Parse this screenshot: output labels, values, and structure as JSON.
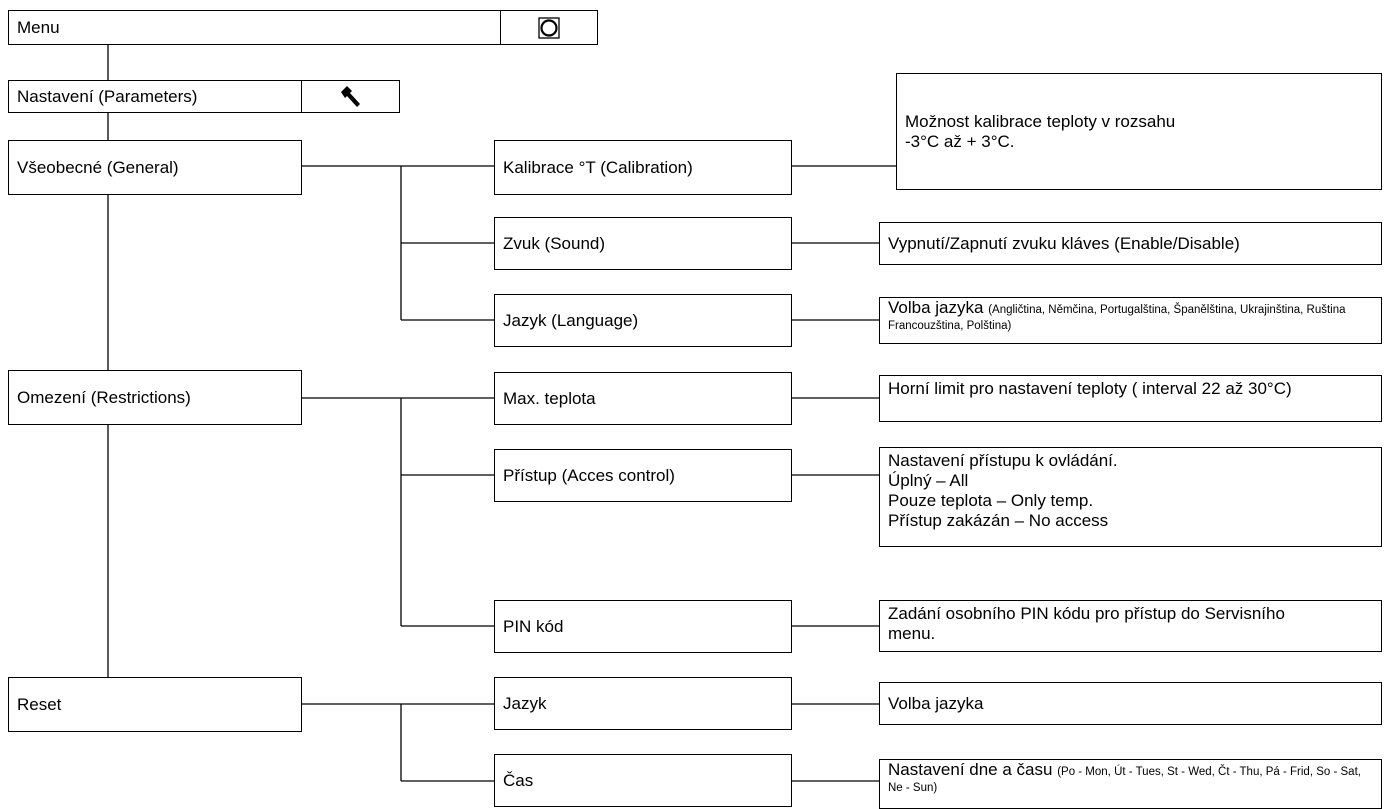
{
  "menu": {
    "label": "Menu",
    "icon": "power-circle-icon"
  },
  "settings": {
    "label": "Nastavení (Parameters)",
    "icon": "wrench-icon"
  },
  "categories": {
    "general": "Všeobecné (General)",
    "restrictions": "Omezení (Restrictions)",
    "reset": "Reset"
  },
  "items": {
    "calibration": "Kalibrace °T (Calibration)",
    "sound": "Zvuk (Sound)",
    "language": "Jazyk (Language)",
    "max_temp": "Max. teplota",
    "access": "Přístup (Acces control)",
    "pin": "PIN kód",
    "reset_language": "Jazyk",
    "reset_time": "Čas"
  },
  "descriptions": {
    "calibration": "Možnost kalibrace teploty v rozsahu -3°C až + 3°C.",
    "sound": "Vypnutí/Zapnutí zvuku kláves (Enable/Disable)",
    "language_main": "Volba jazyka",
    "language_detail": "(Angličtina, Němčina, Portugalština, Španělština, Ukrajinština, Ruština Francouzština, Polština)",
    "max_temp": "Horní limit pro nastavení teploty ( interval 22 až 30°C)",
    "access_lines": [
      "Nastavení přístupu k ovládání.",
      "Úplný – All",
      "Pouze teplota – Only temp.",
      "Přístup zakázán – No access"
    ],
    "pin": "Zadání osobního PIN kódu pro přístup do Servisního menu.",
    "reset_language": "Volba jazyka",
    "time_main": "Nastavení dne a času",
    "time_detail": "(Po - Mon, Út - Tues, St - Wed, Čt - Thu, Pá - Frid, So - Sat, Ne - Sun)"
  }
}
